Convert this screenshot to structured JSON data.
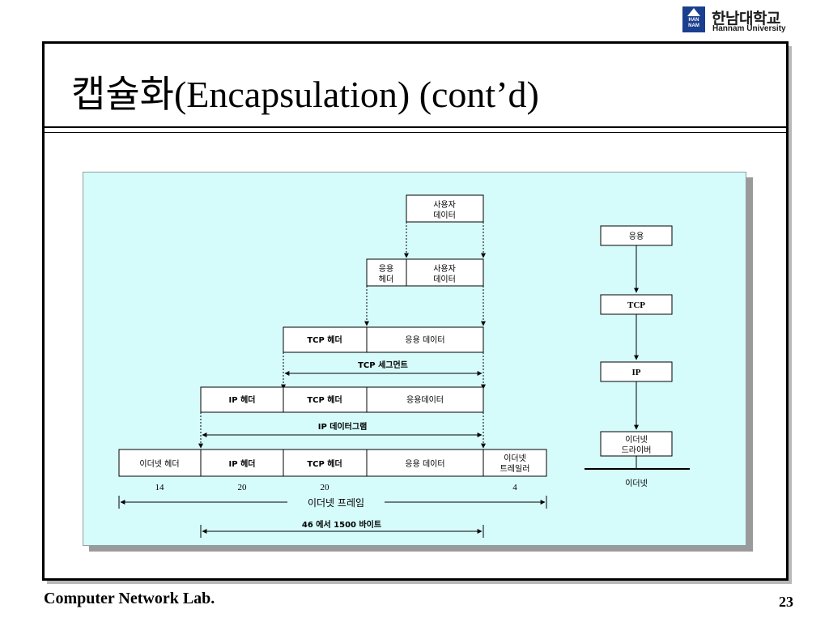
{
  "logo": {
    "korean": "한남대학교",
    "english": "Hannam University",
    "seal": "HAN NAM"
  },
  "title": "캡슐화(Encapsulation) (cont’d)",
  "footer": {
    "lab": "Computer Network Lab.",
    "page": "23"
  },
  "diagram": {
    "user_data": [
      "사용자",
      "데이터"
    ],
    "app_header": [
      "응용",
      "헤더"
    ],
    "tcp_header": "TCP 헤더",
    "app_data": "응용   데이터",
    "tcp_segment": "TCP 세그먼트",
    "ip_header": "IP 헤더",
    "app_data2": "응용데이터",
    "ip_datagram": "IP 데이터그램",
    "eth_header": "이더넷 헤더",
    "ip_header2": "IP 헤더",
    "tcp_header2": "TCP  헤더",
    "app_data3": "응용 데이터",
    "eth_trailer": [
      "이더넷",
      "트레일러"
    ],
    "sizes": [
      "14",
      "20",
      "20",
      "4"
    ],
    "eth_frame": "이더넷 프레임",
    "range": "46 에서 1500 바이트",
    "stack": {
      "app": "응용",
      "tcp": "TCP",
      "ip": "IP",
      "driver": [
        "이더넷",
        "드라이버"
      ],
      "ethernet": "이더넷"
    }
  }
}
